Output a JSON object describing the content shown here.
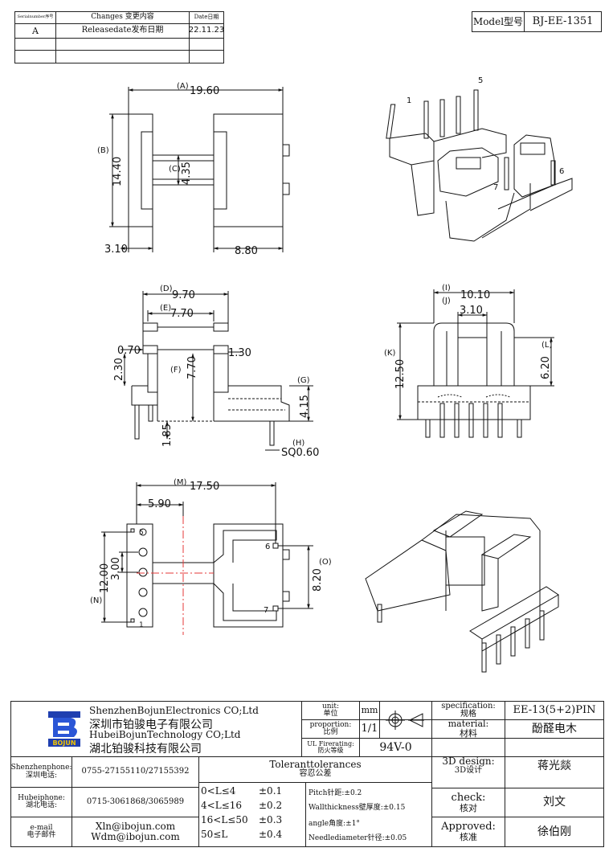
{
  "revision": {
    "headers": [
      "Serialnumber序号",
      "Changes 变更内容",
      "Date日期"
    ],
    "rows": [
      [
        "A",
        "Releasedate发布日期",
        "22.11.23"
      ]
    ]
  },
  "model": {
    "label": "Model型号",
    "value": "BJ-EE-1351"
  },
  "dims": {
    "A": "(A)",
    "A_val": "19.60",
    "B": "(B)",
    "B_val": "14.40",
    "C": "(C)",
    "C_val": "4.35",
    "d310": "3.10",
    "d880": "8.80",
    "D": "(D)",
    "D_val": "9.70",
    "E": "(E)",
    "E_val": "7.70",
    "d070": "0.70",
    "d130": "1.30",
    "F": "(F)",
    "F_val": "7.70",
    "d230": "2.30",
    "d185": "1.85",
    "G": "(G)",
    "G_val": "4.15",
    "H": "(H)",
    "H_val": "SQ0.60",
    "I": "(I)",
    "I_val": "10.10",
    "J": "(J)",
    "J_val": "3.10",
    "K": "(K)",
    "K_val": "12.50",
    "L": "(L)",
    "L_val": "6.20",
    "M": "(M)",
    "M_val": "17.50",
    "d590": "5.90",
    "N": "(N)",
    "N_val": "12.00",
    "d300": "3.00",
    "O": "(O)",
    "O_val": "8.20",
    "pin1": "1",
    "pin5": "5",
    "pin6": "6",
    "pin7": "7"
  },
  "iso_pins": {
    "p1": "1",
    "p5": "5",
    "p6": "6",
    "p7": "7"
  },
  "titleblock": {
    "company_en1": "ShenzhenBojunElectronics CO;Ltd",
    "company_cn1": "深圳市铂骏电子有限公司",
    "company_en2": "HubeiBojunTechnology CO;Ltd",
    "company_cn2": "湖北铂骏科技有限公司",
    "logo_text": "BOJUN",
    "unit_label": "unit:",
    "unit_cn": "单位",
    "unit_val": "mm",
    "prop_label": "proportion:",
    "prop_cn": "比例",
    "prop_val": "1/1",
    "ul_label": "UL Firerating:",
    "ul_cn": "防火等级",
    "ul_val": "94V-0",
    "spec_label": "specification:",
    "spec_cn": "规格",
    "spec_val": "EE-13(5+2)PIN",
    "mat_label": "material:",
    "mat_cn": "材料",
    "mat_val": "酚醛电木",
    "design_label": "3D design:",
    "design_cn": "3D设计",
    "design_val": "蒋光燚",
    "check_label": "check:",
    "check_cn": "核对",
    "check_val": "刘文",
    "appr_label": "Approved:",
    "appr_cn": "核准",
    "appr_val": "徐伯刚",
    "sz_label": "Shenzhenphone:",
    "sz_cn": "深圳电话:",
    "sz_val": "0755-27155110/27155392",
    "hb_label": "Hubeiphone:",
    "hb_cn": "湖北电话:",
    "hb_val": "0715-3061868/3065989",
    "mail_label": "e-mail",
    "mail_cn": "电子邮件",
    "mail1": "Xln@ibojun.com",
    "mail2": "Wdm@ibojun.com",
    "tol_title": "Toleranttolerances",
    "tol_cn": "容忍公差",
    "tol_rows": [
      [
        "0<L≤4",
        "±0.1"
      ],
      [
        "4<L≤16",
        "±0.2"
      ],
      [
        "16<L≤50",
        "±0.3"
      ],
      [
        "50≤L",
        "±0.4"
      ]
    ],
    "pitch": "Pitch针距:±0.2",
    "wall": "Wallthickness壁厚度:±0.15",
    "angle": "angle角度:±1°",
    "needle": "Needlediameter针径:±0.05"
  }
}
